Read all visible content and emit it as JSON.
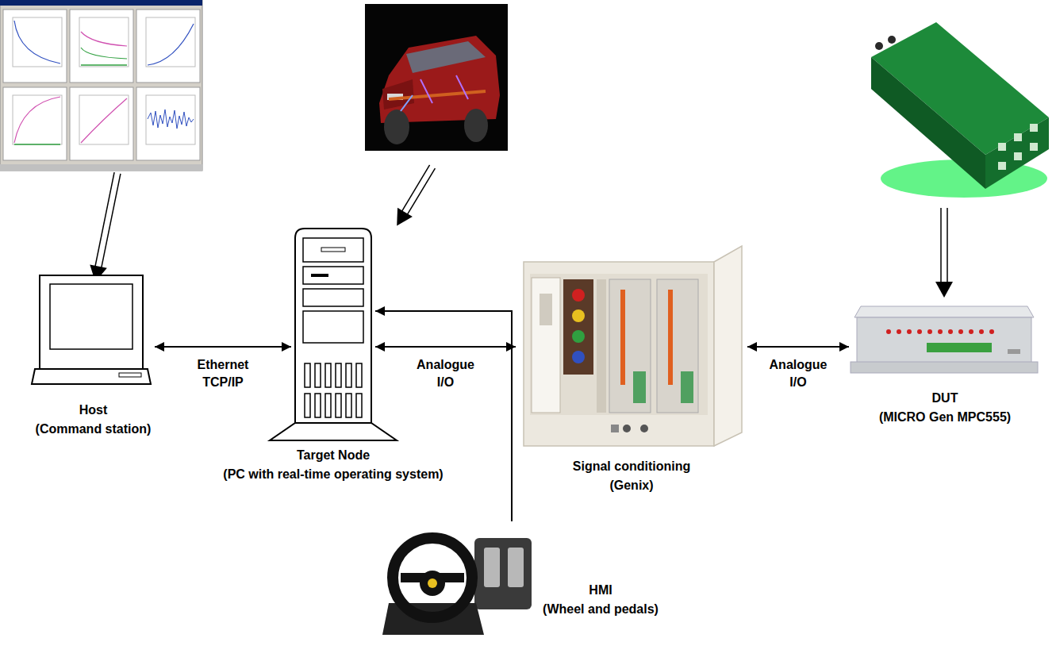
{
  "diagram": {
    "nodes": [
      {
        "text": [
          "Host",
          "(Command station)"
        ]
      },
      {
        "text": [
          "Target Node",
          "(PC with real-time operating system)"
        ]
      },
      {
        "text": [
          "Signal conditioning",
          "(Genix)"
        ]
      },
      {
        "text": [
          "DUT",
          "(MICRO Gen MPC555)"
        ]
      },
      {
        "text": [
          "HMI",
          "(Wheel and pedals)"
        ]
      }
    ],
    "edges": [
      {
        "from": 0,
        "to": 1,
        "arrow": "both",
        "label": "Ethernet TCP/IP"
      },
      {
        "from": 1,
        "to": 2,
        "arrow": "both",
        "label": "Analogue I/O"
      },
      {
        "from": 2,
        "to": 3,
        "arrow": "both",
        "label": "Analogue I/O"
      },
      {
        "from": 4,
        "to": 1,
        "arrow": "to"
      }
    ]
  }
}
